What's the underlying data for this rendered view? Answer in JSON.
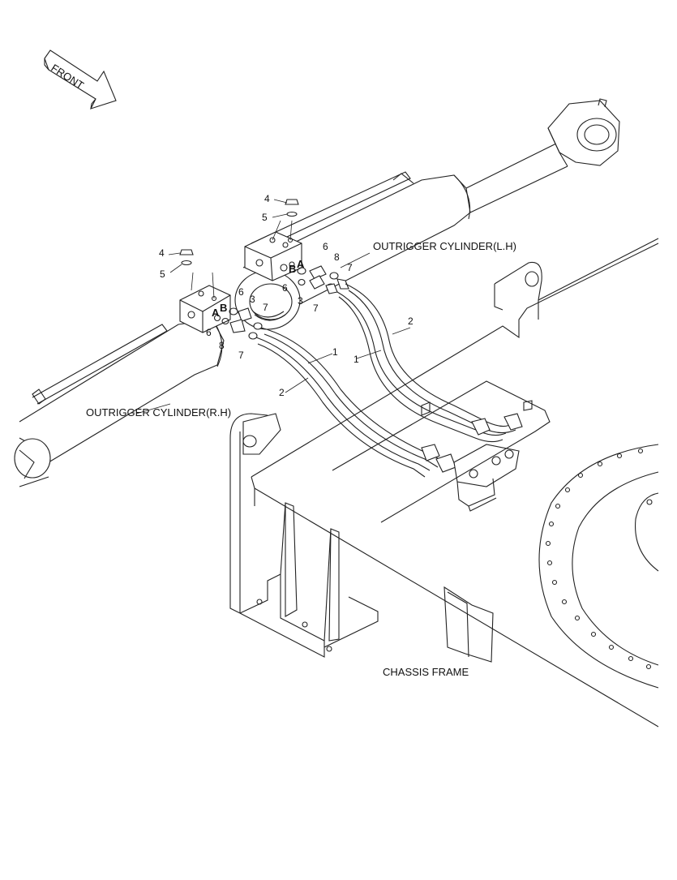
{
  "labels": {
    "front": "FRONT",
    "outrigger_lh": "OUTRIGGER CYLINDER(L.H)",
    "outrigger_rh": "OUTRIGGER CYLINDER(R.H)",
    "chassis": "CHASSIS FRAME"
  },
  "parts": {
    "hose_1": "1",
    "hose_2": "2",
    "connector_3": "3",
    "plug_4": "4",
    "oring_5": "5",
    "oring_6": "6",
    "elbow_7": "7",
    "connector_8": "8"
  },
  "ports": {
    "a": "A",
    "b": "B"
  }
}
